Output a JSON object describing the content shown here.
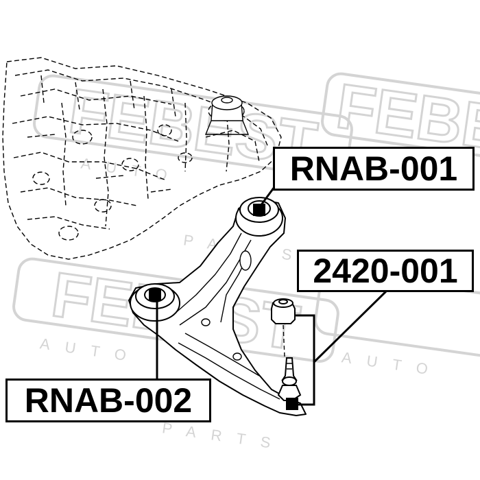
{
  "watermark": {
    "brand": "FEBEST",
    "sub_top": "AUTO",
    "sub_bottom": "PARTS",
    "color": "#d4d4d4"
  },
  "labels": {
    "upper_bushing": "RNAB-001",
    "ball_joint": "2420-001",
    "front_bushing": "RNAB-002"
  },
  "colors": {
    "line": "#000000",
    "background": "#ffffff",
    "part_fill": "#ffffff",
    "marker_fill": "#000000"
  }
}
